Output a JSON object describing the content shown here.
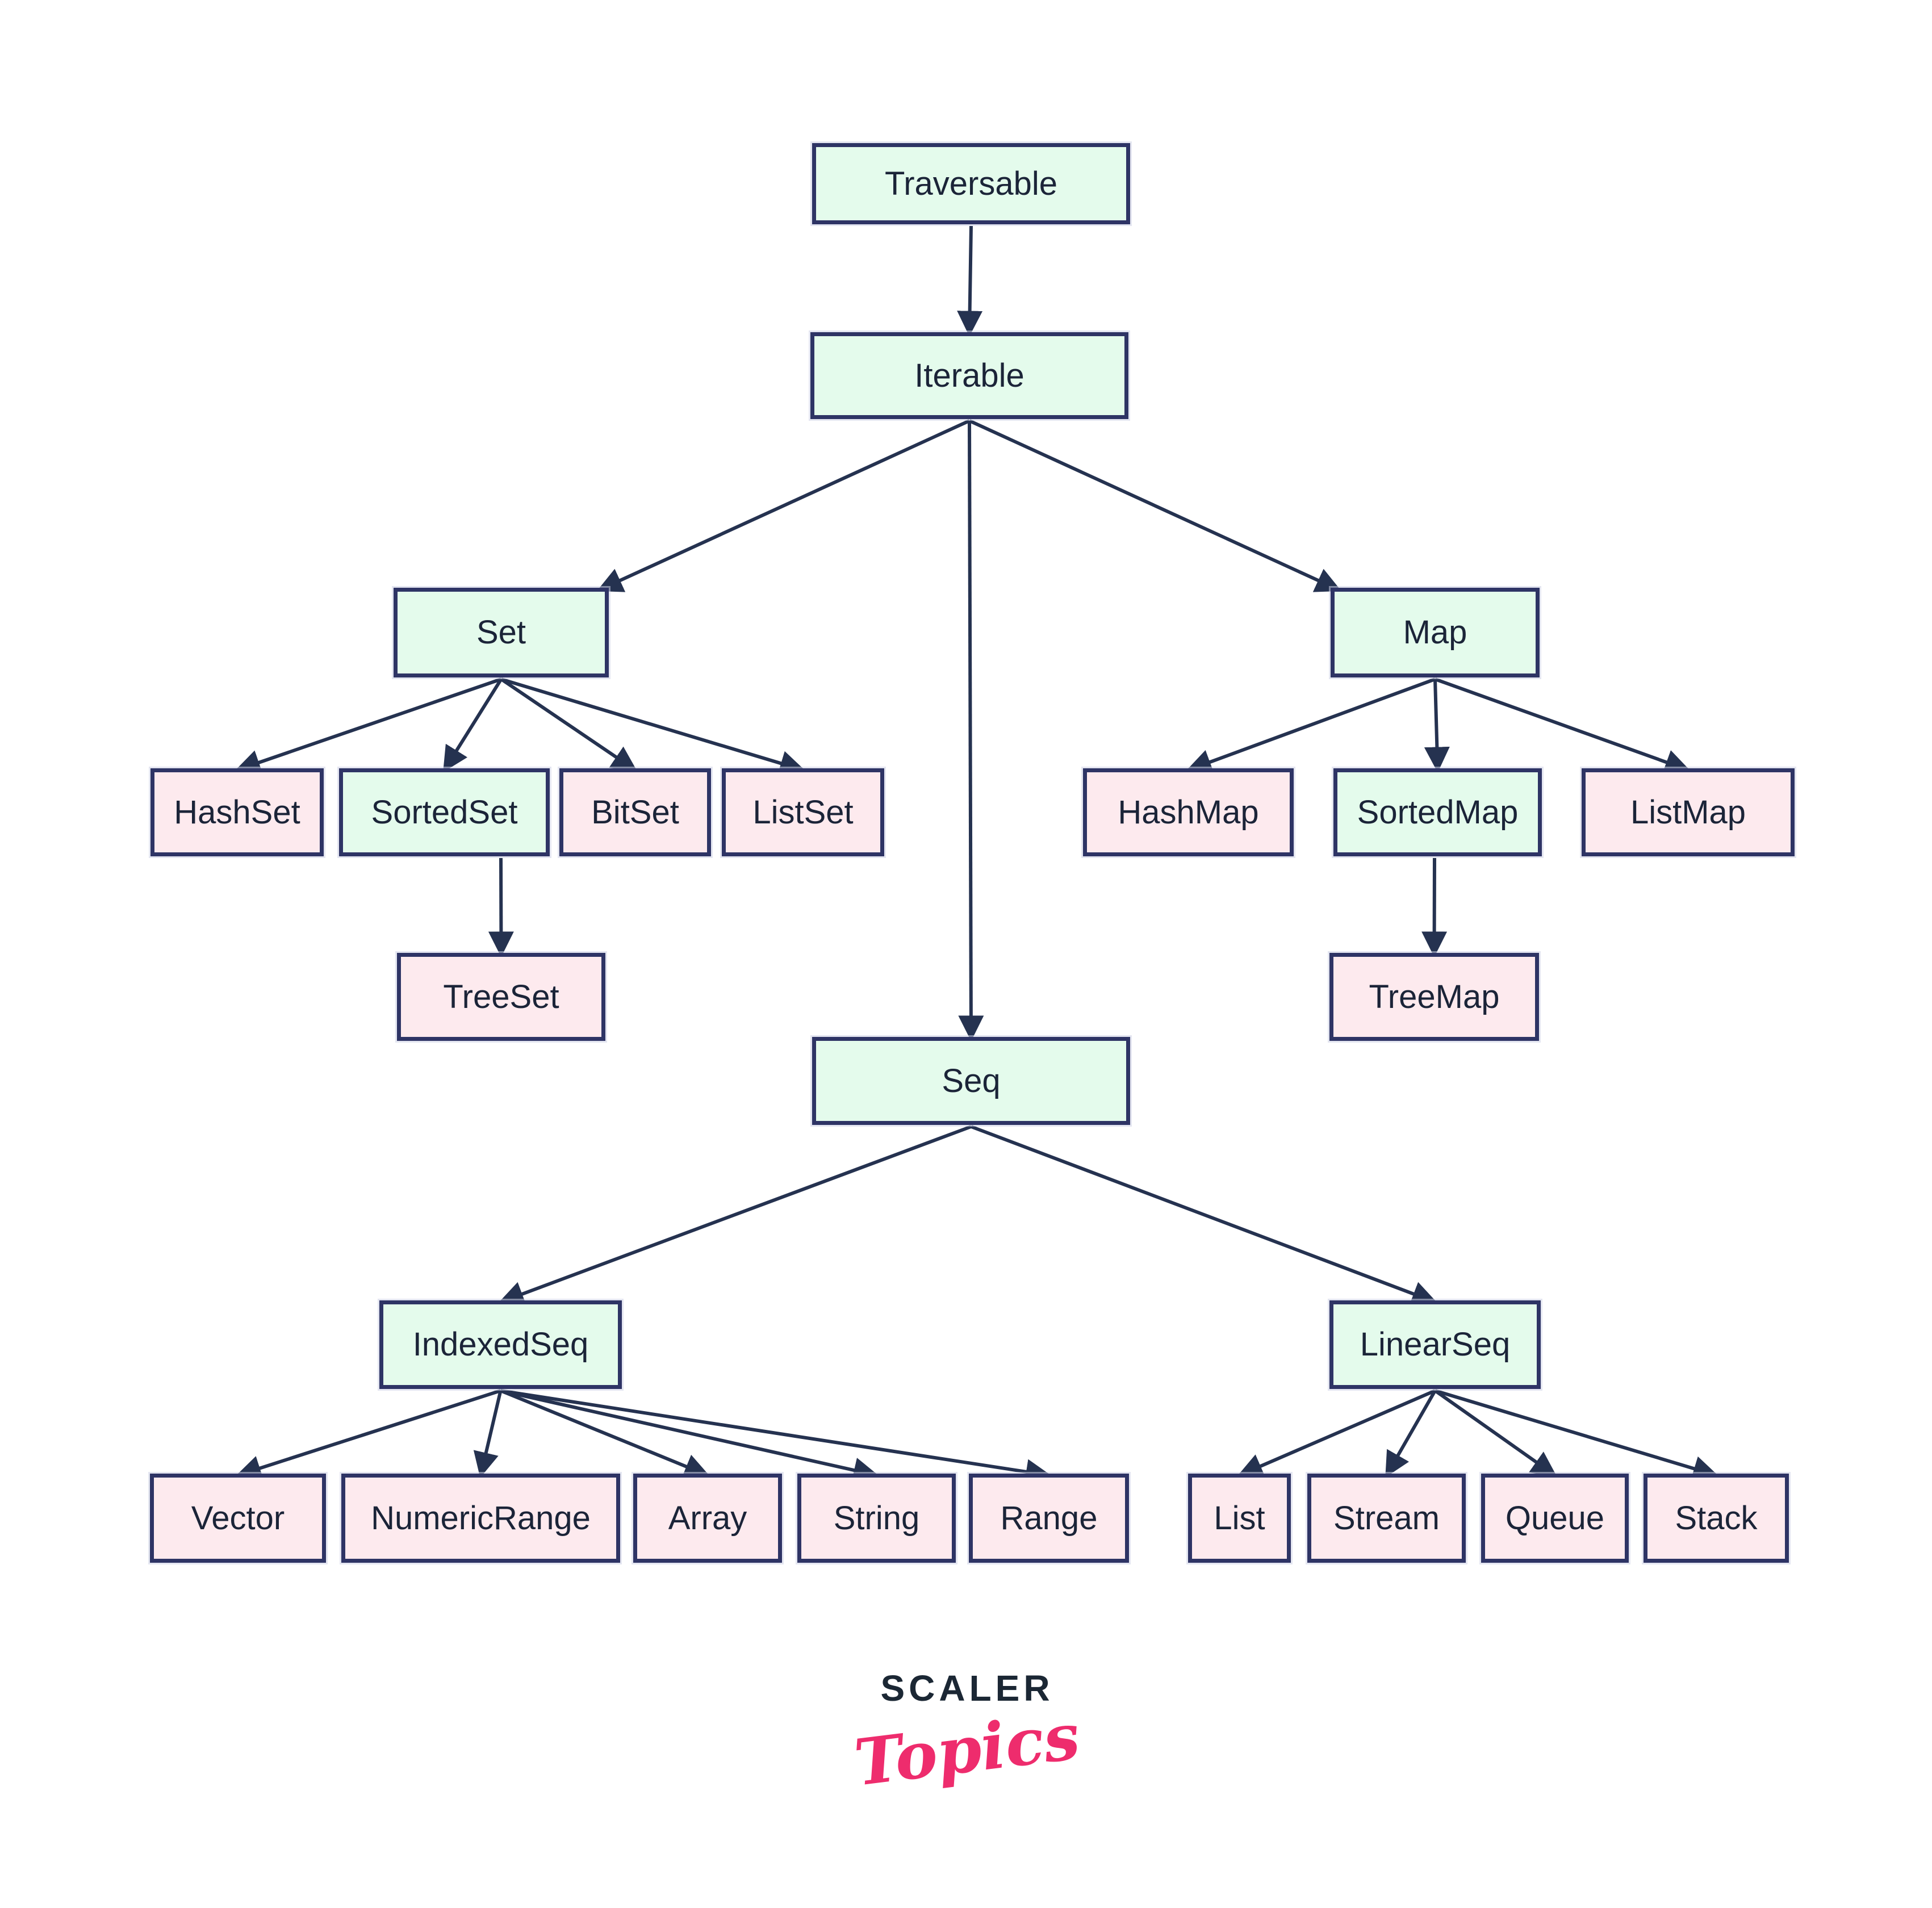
{
  "diagram": {
    "nodes": [
      {
        "id": "traversable",
        "label": "Traversable",
        "variant": "green"
      },
      {
        "id": "iterable",
        "label": "Iterable",
        "variant": "green"
      },
      {
        "id": "set",
        "label": "Set",
        "variant": "green"
      },
      {
        "id": "map",
        "label": "Map",
        "variant": "green"
      },
      {
        "id": "hashset",
        "label": "HashSet",
        "variant": "pink"
      },
      {
        "id": "sortedset",
        "label": "SortedSet",
        "variant": "green"
      },
      {
        "id": "bitset",
        "label": "BitSet",
        "variant": "pink"
      },
      {
        "id": "listset",
        "label": "ListSet",
        "variant": "pink"
      },
      {
        "id": "treeset",
        "label": "TreeSet",
        "variant": "pink"
      },
      {
        "id": "hashmap",
        "label": "HashMap",
        "variant": "pink"
      },
      {
        "id": "sortedmap",
        "label": "SortedMap",
        "variant": "green"
      },
      {
        "id": "listmap",
        "label": "ListMap",
        "variant": "pink"
      },
      {
        "id": "treemap",
        "label": "TreeMap",
        "variant": "pink"
      },
      {
        "id": "seq",
        "label": "Seq",
        "variant": "green"
      },
      {
        "id": "indexedseq",
        "label": "IndexedSeq",
        "variant": "green"
      },
      {
        "id": "linearseq",
        "label": "LinearSeq",
        "variant": "green"
      },
      {
        "id": "vector",
        "label": "Vector",
        "variant": "pink"
      },
      {
        "id": "numericrange",
        "label": "NumericRange",
        "variant": "pink"
      },
      {
        "id": "array",
        "label": "Array",
        "variant": "pink"
      },
      {
        "id": "string",
        "label": "String",
        "variant": "pink"
      },
      {
        "id": "range",
        "label": "Range",
        "variant": "pink"
      },
      {
        "id": "list",
        "label": "List",
        "variant": "pink"
      },
      {
        "id": "stream",
        "label": "Stream",
        "variant": "pink"
      },
      {
        "id": "queue",
        "label": "Queue",
        "variant": "pink"
      },
      {
        "id": "stack",
        "label": "Stack",
        "variant": "pink"
      }
    ],
    "edges": [
      [
        "traversable",
        "iterable"
      ],
      [
        "iterable",
        "set"
      ],
      [
        "iterable",
        "seq"
      ],
      [
        "iterable",
        "map"
      ],
      [
        "set",
        "hashset"
      ],
      [
        "set",
        "sortedset"
      ],
      [
        "set",
        "bitset"
      ],
      [
        "set",
        "listset"
      ],
      [
        "sortedset",
        "treeset"
      ],
      [
        "map",
        "hashmap"
      ],
      [
        "map",
        "sortedmap"
      ],
      [
        "map",
        "listmap"
      ],
      [
        "sortedmap",
        "treemap"
      ],
      [
        "seq",
        "indexedseq"
      ],
      [
        "seq",
        "linearseq"
      ],
      [
        "indexedseq",
        "vector"
      ],
      [
        "indexedseq",
        "numericrange"
      ],
      [
        "indexedseq",
        "array"
      ],
      [
        "indexedseq",
        "string"
      ],
      [
        "indexedseq",
        "range"
      ],
      [
        "linearseq",
        "list"
      ],
      [
        "linearseq",
        "stream"
      ],
      [
        "linearseq",
        "queue"
      ],
      [
        "linearseq",
        "stack"
      ]
    ]
  },
  "logo": {
    "brand": "SCALER",
    "sub": "Topics"
  },
  "colors": {
    "green_fill": "#e4fbec",
    "pink_fill": "#fdeaee",
    "box_border": "#2e3465",
    "arrow_line": "#253250",
    "box_text": "#1b2438",
    "logo_dark": "#1b2734",
    "logo_pink": "#ee2c6d",
    "background": "#ffffff"
  }
}
